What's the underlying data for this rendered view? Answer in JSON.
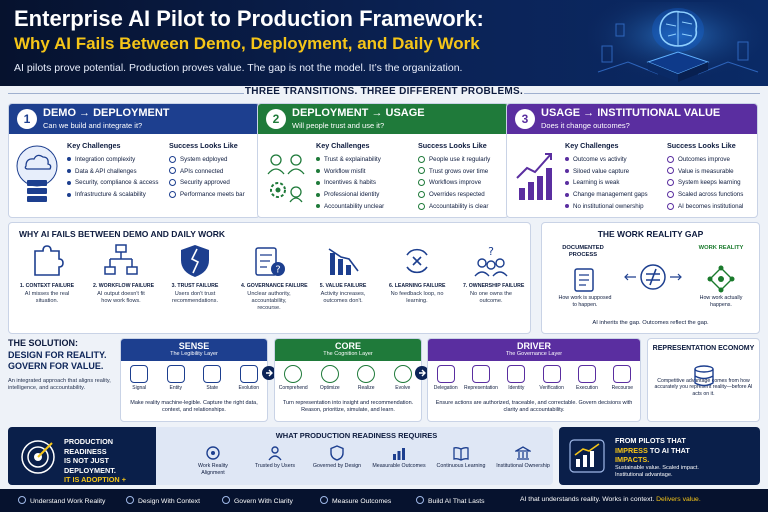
{
  "header": {
    "title": "Enterprise AI Pilot to Production Framework:",
    "subtitle": "Why AI Fails Between Demo, Deployment, and Daily Work",
    "tagline": "AI pilots prove potential. Production proves value. The gap is not the model. It’s the organization."
  },
  "band_label": "THREE TRANSITIONS. THREE DIFFERENT PROBLEMS.",
  "labels": {
    "key_challenges": "Key Challenges",
    "success": "Success Looks Like"
  },
  "transitions": [
    {
      "num": "1",
      "title": "DEMO → DEPLOYMENT",
      "question": "Can we build and integrate it?",
      "color": "#1d3f8f",
      "challenges": [
        "Integration complexity",
        "Data & API challenges",
        "Security, compliance & access",
        "Infrastructure & scalability"
      ],
      "success": [
        "System edployed",
        "APIs connected",
        "Security approved",
        "Performance meets bar"
      ]
    },
    {
      "num": "2",
      "title": "DEPLOYMENT → USAGE",
      "question": "Will people trust and use it?",
      "color": "#1f7a3a",
      "challenges": [
        "Trust & explainability",
        "Workflow misfit",
        "Incentives & habits",
        "Professional identity",
        "Accountability unclear"
      ],
      "success": [
        "People use it regularly",
        "Trust grows over time",
        "Workflows improve",
        "Overrides respected",
        "Accountability is clear"
      ]
    },
    {
      "num": "3",
      "title": "USAGE → INSTITUTIONAL VALUE",
      "question": "Does it change outcomes?",
      "color": "#5a2ea0",
      "challenges": [
        "Outcome vs activity",
        "Siloed value capture",
        "Learning is weak",
        "Change management gaps",
        "No institutional ownership"
      ],
      "success": [
        "Outcomes improve",
        "Value is measurable",
        "System keeps learning",
        "Scaled across functions",
        "AI becomes institutional"
      ]
    }
  ],
  "fails": {
    "heading": "WHY AI FAILS BETWEEN DEMO AND DAILY WORK",
    "items": [
      {
        "name": "1. CONTEXT FAILURE",
        "desc": "AI misses the real situation.",
        "icon": "puzzle-icon"
      },
      {
        "name": "2. WORKFLOW FAILURE",
        "desc": "AI output doesn't fit how work flows.",
        "icon": "flowchart-icon"
      },
      {
        "name": "3. TRUST FAILURE",
        "desc": "Users don't trust recommendations.",
        "icon": "broken-shield-icon"
      },
      {
        "name": "4. GOVERNANCE FAILURE",
        "desc": "Unclear authority, accountability, recourse.",
        "icon": "clipboard-question-icon"
      },
      {
        "name": "5. VALUE FAILURE",
        "desc": "Activity increases, outcomes don't.",
        "icon": "declining-chart-icon"
      },
      {
        "name": "6. LEARNING FAILURE",
        "desc": "No feedback loop, no learning.",
        "icon": "broken-loop-icon"
      },
      {
        "name": "7. OWNERSHIP FAILURE",
        "desc": "No one owns the outcome.",
        "icon": "people-question-icon"
      }
    ]
  },
  "gap": {
    "heading": "THE WORK REALITY GAP",
    "left_title": "DOCUMENTED PROCESS",
    "left_desc": "How work is supposed to happen.",
    "right_title": "WORK REALITY",
    "right_desc": "How work actually happens.",
    "footer": "AI inherits the gap. Outcomes reflect the gap."
  },
  "solution": {
    "label": "THE SOLUTION:",
    "headline": "DESIGN FOR REALITY. GOVERN FOR VALUE.",
    "desc": "An integrated approach that aligns reality, intelligence, and accountability."
  },
  "layers": [
    {
      "name": "SENSE",
      "sub": "The Legibility Layer",
      "color": "#1d3f8f",
      "items": [
        "Signal",
        "Entity",
        "State",
        "Evolution"
      ],
      "footer": "Make reality machine-legible. Capture the right data, context, and relationships."
    },
    {
      "name": "CORE",
      "sub": "The Cognition Layer",
      "color": "#1f7a3a",
      "items": [
        "Comprehend",
        "Optimize",
        "Realize",
        "Evolve"
      ],
      "footer": "Turn representation into insight and recommendation. Reason, prioritize, simulate, and learn."
    },
    {
      "name": "DRIVER",
      "sub": "The Governance Layer",
      "color": "#5a2ea0",
      "items": [
        "Delegation",
        "Representation",
        "Identity",
        "Verification",
        "Execution",
        "Recourse"
      ],
      "footer": "Ensure actions are authorized, traceable, and correctable. Govern decisions with clarity and accountability."
    }
  ],
  "rep": {
    "title": "REPRESENTATION ECONOMY",
    "desc": "Competitive advantage comes from how accurately you represent reality—before AI acts on it."
  },
  "readiness": {
    "line1": "PRODUCTION READINESS",
    "line2": "IS NOT JUST DEPLOYMENT.",
    "line3": "IT IS ADOPTION + IMPACT.",
    "heading": "WHAT PRODUCTION READINESS REQUIRES",
    "items": [
      "Work Reality Alignment",
      "Trusted by Users",
      "Governed by Design",
      "Measurable Outcomes",
      "Continuous Learning",
      "Institutional Ownership"
    ]
  },
  "pilot": {
    "a": "FROM PILOTS THAT",
    "b": "IMPRESS",
    "c": "TO AI THAT",
    "d": "IMPACTS.",
    "sub1": "Sustainable value. Scaled impact.",
    "sub2": "Institutional advantage."
  },
  "footer": {
    "items": [
      "Understand Work Reality",
      "Design With Context",
      "Govern With Clarity",
      "Measure Outcomes",
      "Build AI That Lasts"
    ],
    "tag": "AI that understands reality. Works in context.",
    "tag_highlight": "Delivers value."
  },
  "colors": {
    "navy": "#0b2357",
    "gold": "#f5c518",
    "blue": "#1d3f8f",
    "green": "#1f7a3a",
    "purple": "#5a2ea0"
  }
}
